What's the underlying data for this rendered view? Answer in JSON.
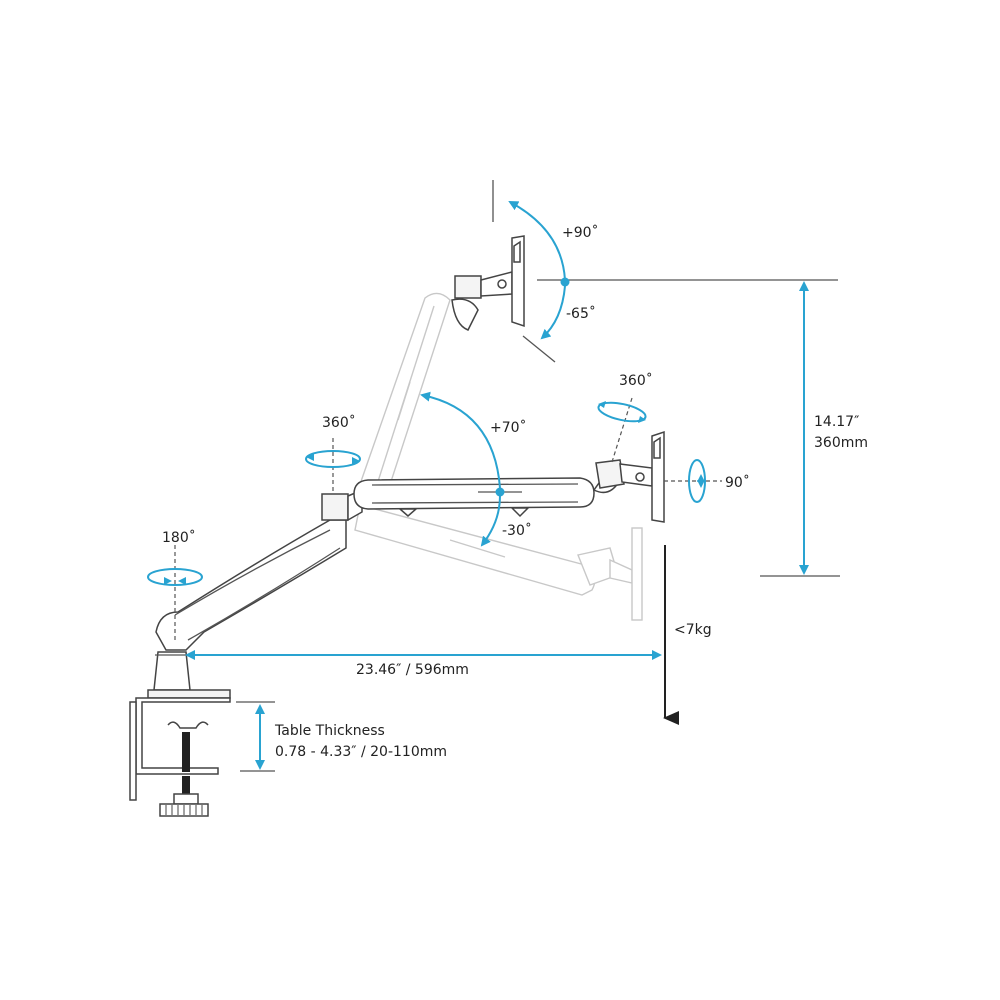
{
  "diagram": {
    "subject": "Single monitor arm with desk clamp — adjustment ranges and dimensions",
    "colors": {
      "accent": "#29a3d1",
      "line": "#444444",
      "ghost": "#c8c8c8",
      "text": "#222222"
    },
    "labels": {
      "monitor_tilt_up": "+90˚",
      "monitor_tilt_down": "-65˚",
      "height_range_in": "14.17″",
      "height_range_mm": "360mm",
      "head_swivel": "360˚",
      "monitor_rotation": "90˚",
      "elbow_swivel": "360˚",
      "arm_lift_up": "+70˚",
      "arm_lift_down": "-30˚",
      "base_swivel": "180˚",
      "max_weight": "<7kg",
      "reach": "23.46″ / 596mm",
      "table_thickness_title": "Table Thickness",
      "table_thickness_range": "0.78 - 4.33″ / 20-110mm"
    }
  }
}
